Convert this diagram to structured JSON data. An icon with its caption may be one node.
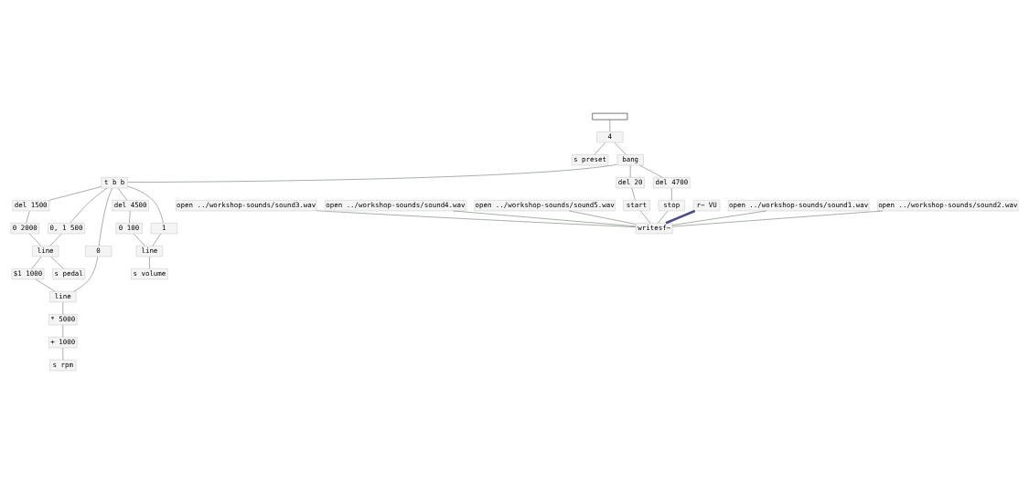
{
  "diagram": {
    "nodes": [
      {
        "text": [],
        "shape": "bar"
      },
      {
        "text": [
          "4"
        ]
      },
      {
        "text": [
          "s preset"
        ]
      },
      {
        "text": [
          "bang"
        ]
      },
      {
        "text": [
          "t b b"
        ]
      },
      {
        "text": [
          "del 1500"
        ]
      },
      {
        "text": [
          "del 4500"
        ]
      },
      {
        "text": [
          "1"
        ]
      },
      {
        "text": [
          "del 20"
        ]
      },
      {
        "text": [
          "del 4700"
        ]
      },
      {
        "text": [
          "0, 1 500"
        ]
      },
      {
        "text": [
          "0 2000"
        ]
      },
      {
        "text": [
          "0 100"
        ]
      },
      {
        "text": [
          "r~ VU"
        ]
      },
      {
        "text": [
          "start"
        ]
      },
      {
        "text": [
          "stop"
        ]
      },
      {
        "text": [
          "0"
        ]
      },
      {
        "text": [
          "line"
        ]
      },
      {
        "text": [
          "line"
        ]
      },
      {
        "text": [
          "open ../workshop-sounds/sound1.wav"
        ]
      },
      {
        "text": [
          "s volume"
        ]
      },
      {
        "text": [
          "open ../workshop-sounds/sound2.wav"
        ]
      },
      {
        "text": [
          "open ../workshop-sounds/sound3.wav"
        ]
      },
      {
        "text": [
          "$1 1000"
        ]
      },
      {
        "text": [
          "s pedal"
        ]
      },
      {
        "text": [
          "open ../workshop-sounds/sound4.wav"
        ]
      },
      {
        "text": [
          "line"
        ]
      },
      {
        "text": [
          "open ../workshop-sounds/sound5.wav"
        ]
      },
      {
        "text": [
          "* 5000"
        ]
      },
      {
        "text": [
          "+ 1000"
        ]
      },
      {
        "text": [
          "s rpm"
        ]
      },
      {
        "text": [
          "writesf~"
        ]
      }
    ],
    "edges": [
      {
        "from": 0,
        "to": 1,
        "arrow": "none"
      },
      {
        "from": 1,
        "to": 2,
        "arrow": "none"
      },
      {
        "from": 1,
        "to": 3,
        "arrow": "none"
      },
      {
        "from": 3,
        "to": 4,
        "arrow": "none"
      },
      {
        "from": 3,
        "to": 8,
        "arrow": "none"
      },
      {
        "from": 3,
        "to": 9,
        "arrow": "none"
      },
      {
        "from": 4,
        "to": 10,
        "arrow": "none"
      },
      {
        "from": 4,
        "to": 16,
        "arrow": "none"
      },
      {
        "from": 4,
        "to": 5,
        "arrow": "none"
      },
      {
        "from": 4,
        "to": 6,
        "arrow": "none"
      },
      {
        "from": 4,
        "to": 7,
        "arrow": "none"
      },
      {
        "from": 5,
        "to": 11,
        "arrow": "none"
      },
      {
        "from": 6,
        "to": 12,
        "arrow": "none"
      },
      {
        "from": 7,
        "to": 18,
        "arrow": "none"
      },
      {
        "from": 12,
        "to": 18,
        "arrow": "none"
      },
      {
        "from": 10,
        "to": 17,
        "arrow": "none"
      },
      {
        "from": 11,
        "to": 17,
        "arrow": "none"
      },
      {
        "from": 17,
        "to": 23,
        "arrow": "none"
      },
      {
        "from": 17,
        "to": 24,
        "arrow": "none"
      },
      {
        "from": 16,
        "to": 26,
        "arrow": "none"
      },
      {
        "from": 23,
        "to": 26,
        "arrow": "none"
      },
      {
        "from": 26,
        "to": 28,
        "arrow": "none"
      },
      {
        "from": 28,
        "to": 29,
        "arrow": "none"
      },
      {
        "from": 29,
        "to": 30,
        "arrow": "none"
      },
      {
        "from": 18,
        "to": 20,
        "arrow": "none"
      },
      {
        "from": 8,
        "to": 14,
        "arrow": "none"
      },
      {
        "from": 9,
        "to": 15,
        "arrow": "none"
      },
      {
        "from": 13,
        "to": 31,
        "arrow": "none",
        "style": "thick",
        "color": "#4b4b8c"
      },
      {
        "from": 14,
        "to": 31,
        "arrow": "none"
      },
      {
        "from": 15,
        "to": 31,
        "arrow": "none"
      },
      {
        "from": 19,
        "to": 31,
        "arrow": "none"
      },
      {
        "from": 21,
        "to": 31,
        "arrow": "none"
      },
      {
        "from": 22,
        "to": 31,
        "arrow": "none"
      },
      {
        "from": 25,
        "to": 31,
        "arrow": "none"
      },
      {
        "from": 27,
        "to": 31,
        "arrow": "none"
      }
    ]
  }
}
